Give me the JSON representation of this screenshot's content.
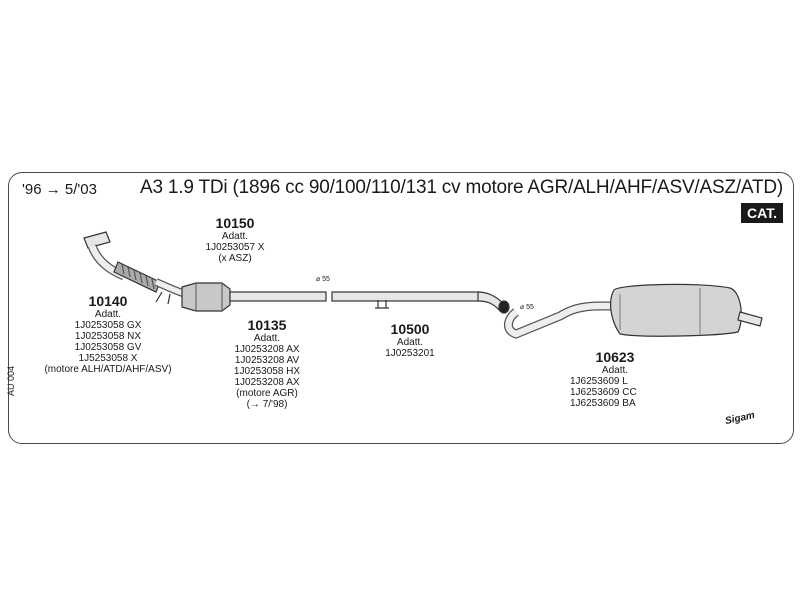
{
  "header": {
    "date_range": "'96 → 5/'03",
    "model_title": "A3 1.9 TDi (1896 cc 90/100/110/131 cv motore AGR/ALH/AHF/ASV/ASZ/ATD)",
    "badge": "CAT."
  },
  "side_code": "AU 004",
  "brand": "Sigam",
  "diameters": {
    "d1": "⌀ 55",
    "d2": "⌀ 55"
  },
  "parts": {
    "p10150": {
      "number": "10150",
      "lines": [
        "Adatt.",
        "1J0253057 X",
        "(x ASZ)"
      ]
    },
    "p10140": {
      "number": "10140",
      "lines": [
        "Adatt.",
        "1J0253058 GX",
        "1J0253058 NX",
        "1J0253058 GV",
        "1J5253058 X",
        "(motore ALH/ATD/AHF/ASV)"
      ]
    },
    "p10135": {
      "number": "10135",
      "lines": [
        "Adatt.",
        "1J0253208 AX",
        "1J0253208 AV",
        "1J0253058 HX",
        "1J0253208 AX",
        "(motore AGR)",
        "(→ 7/'98)"
      ]
    },
    "p10500": {
      "number": "10500",
      "lines": [
        "Adatt.",
        "1J0253201"
      ]
    },
    "p10623": {
      "number": "10623",
      "lines": [
        "Adatt.",
        "1J6253609  L",
        "1J6253609  CC",
        "1J6253609  BA"
      ]
    }
  }
}
